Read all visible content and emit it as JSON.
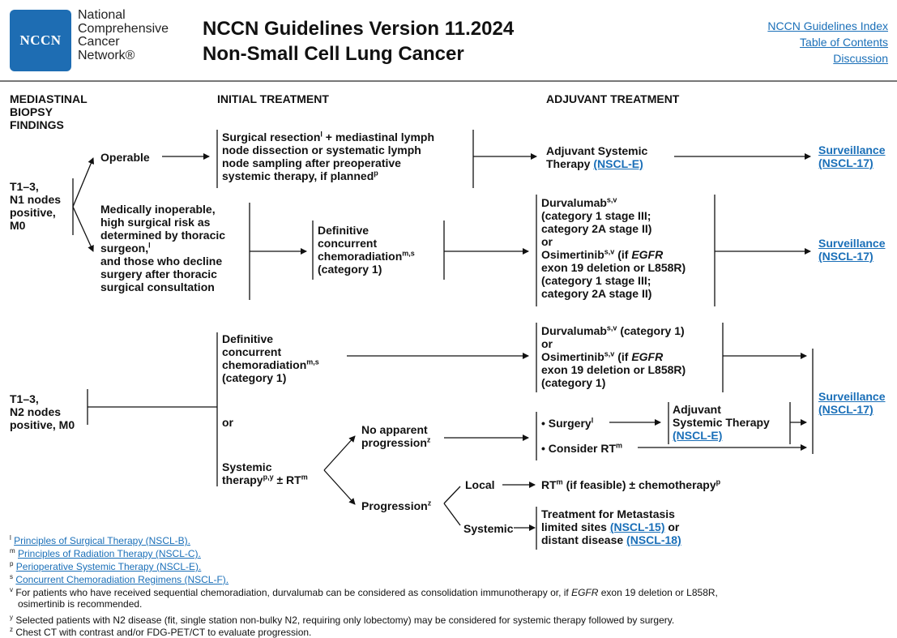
{
  "header": {
    "logo_text": "NCCN",
    "org_line1": "National",
    "org_line2": "Comprehensive",
    "org_line3": "Cancer",
    "org_line4": "Network®",
    "title_line1": "NCCN Guidelines Version 11.2024",
    "title_line2": "Non-Small Cell Lung Cancer",
    "links": [
      "NCCN Guidelines Index",
      "Table of Contents",
      "Discussion"
    ]
  },
  "columns": {
    "col1": [
      "MEDIASTINAL",
      "BIOPSY",
      "FINDINGS"
    ],
    "col2": "INITIAL TREATMENT",
    "col3": "ADJUVANT TREATMENT"
  },
  "n1": {
    "finding": [
      "T1–3,",
      "N1 nodes",
      "positive,",
      "M0"
    ],
    "operable": "Operable",
    "inoperable": [
      "Medically inoperable,",
      "high surgical risk as",
      "determined by thoracic",
      "surgeon,",
      "and those who decline",
      "surgery after thoracic",
      "surgical consultation"
    ],
    "surg_res": [
      "Surgical resection",
      " + mediastinal lymph",
      "node dissection or systematic lymph",
      "node sampling after preoperative",
      "systemic therapy, if planned"
    ],
    "adj_systemic_1": "Adjuvant Systemic",
    "adj_systemic_2": "Therapy ",
    "nscl_e": "(NSCL-E)",
    "def_chemo": [
      "Definitive",
      "concurrent",
      "chemoradiation",
      "(category 1)"
    ],
    "durva": [
      "Durvalumab",
      "(category 1 stage III;",
      "category 2A stage II)",
      "or",
      "Osimertinib",
      " (if ",
      "EGFR",
      "exon 19 deletion or L858R)",
      "(category 1 stage III;",
      "category 2A stage II)"
    ],
    "surv": [
      "Surveillance",
      "(NSCL-17)"
    ]
  },
  "n2": {
    "finding": [
      "T1–3,",
      "N2 nodes",
      "positive, M0"
    ],
    "def_chemo": [
      "Definitive",
      "concurrent",
      "chemoradiation",
      "(category 1)"
    ],
    "or": "or",
    "systemic": [
      "Systemic",
      "therapy",
      " ± RT"
    ],
    "durva": [
      "Durvalumab",
      "  (category 1)",
      "or",
      "Osimertinib",
      " (if ",
      "EGFR",
      "exon 19 deletion or L858R)",
      "(category 1)"
    ],
    "no_prog": [
      "No apparent",
      "progression"
    ],
    "progression": "Progression",
    "surgery": "• Surgery",
    "consider_rt": "• Consider RT",
    "adj_sys": [
      "Adjuvant",
      "Systemic Therapy",
      "(NSCL-E)"
    ],
    "local": "Local",
    "systemic_b": "Systemic",
    "rt_feasible": [
      " (if feasible) ± chemotherapy"
    ],
    "rt_label": "RT",
    "metastasis": [
      "Treatment for Metastasis",
      "limited sites ",
      "(NSCL-15)",
      " or",
      "distant disease ",
      "(NSCL-18)"
    ],
    "surv": [
      "Surveillance",
      "(NSCL-17)"
    ]
  },
  "sups": {
    "l": "l",
    "m": "m",
    "p": "p",
    "s": "s",
    "sv": "s,v",
    "py": "p,y",
    "ms": "m,s",
    "z": "z"
  },
  "footnotes": [
    {
      "sup": "l",
      "text": "Principles of Surgical Therapy (NSCL-B).",
      "link": true
    },
    {
      "sup": "m",
      "text": "Principles of Radiation Therapy (NSCL-C).",
      "link": true
    },
    {
      "sup": "p",
      "text": "Perioperative Systemic Therapy (NSCL-E).",
      "link": true
    },
    {
      "sup": "s",
      "text": "Concurrent Chemoradiation Regimens (NSCL-F).",
      "link": true
    },
    {
      "sup": "v",
      "text_a": "For patients who have received sequential chemoradiation, durvalumab can be considered as consolidation immunotherapy or, if ",
      "text_b": "EGFR",
      "text_c": " exon 19 deletion or L858R,",
      "text_d": "osimertinib is recommended."
    },
    {
      "sup": "y",
      "text": "Selected patients with N2 disease (fit, single station non-bulky N2, requiring only lobectomy) may be considered for systemic therapy followed by surgery."
    },
    {
      "sup": "z",
      "text": "Chest CT with contrast and/or FDG-PET/CT to evaluate progression."
    }
  ]
}
